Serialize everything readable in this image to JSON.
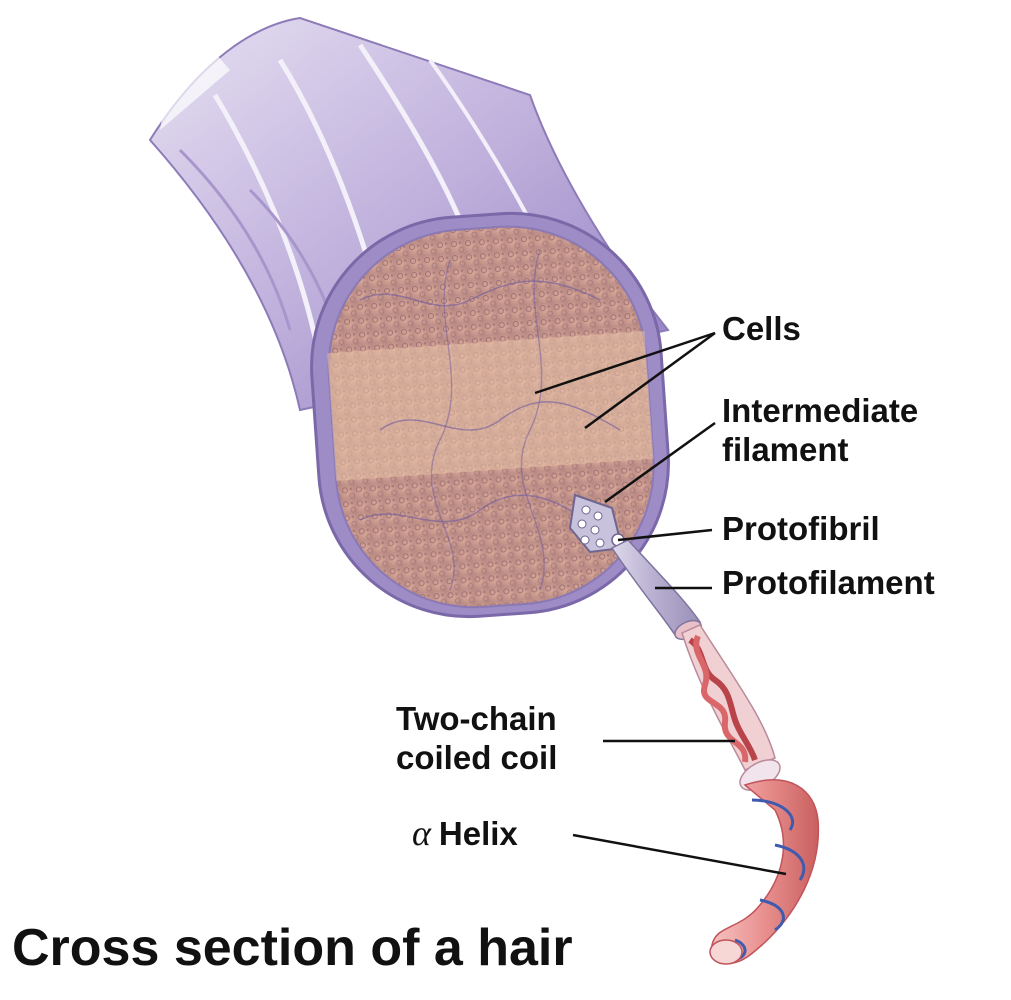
{
  "title": "Cross section of a hair",
  "labels": {
    "cells": "Cells",
    "intermediate_filament_line1": "Intermediate",
    "intermediate_filament_line2": "filament",
    "protofibril": "Protofibril",
    "protofilament": "Protofilament",
    "coiled_coil_line1": "Two-chain",
    "coiled_coil_line2": "coiled coil",
    "helix_symbol": "α",
    "helix": "Helix"
  }
}
